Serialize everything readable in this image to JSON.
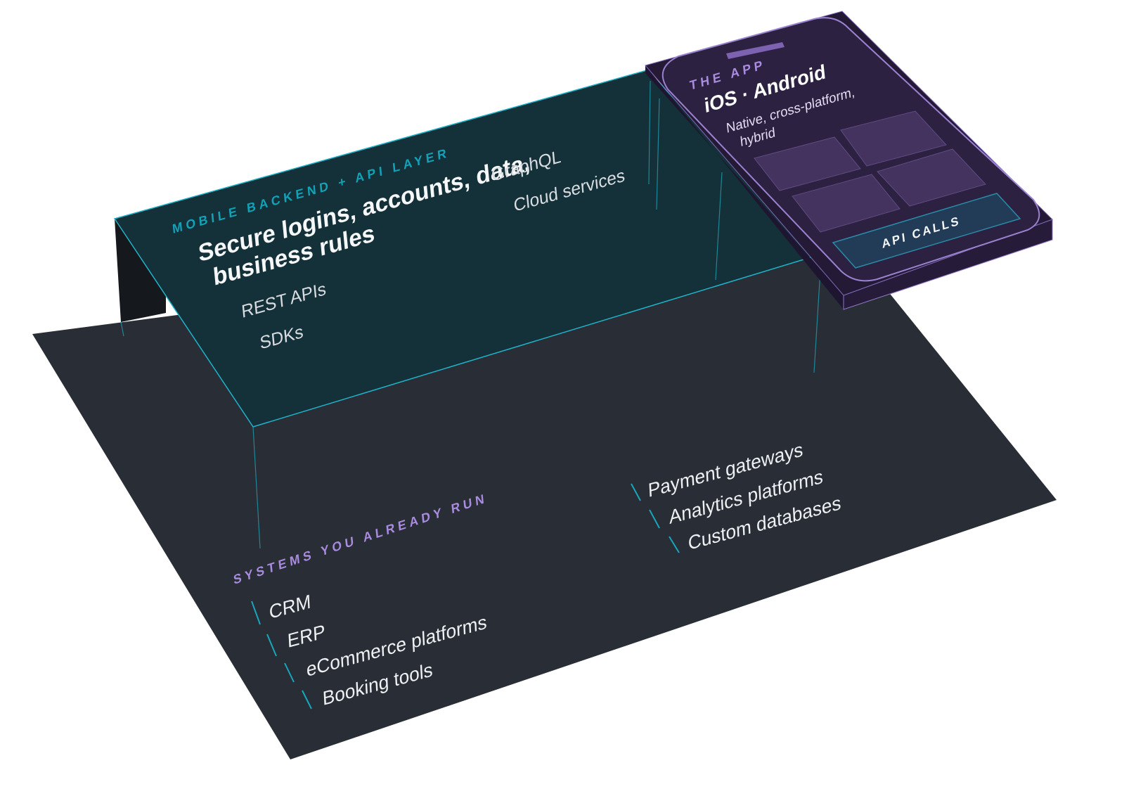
{
  "colors": {
    "base_plane": "#282d36",
    "backend_plane": "#143139",
    "backend_edge": "#1fb3c9",
    "app_body": "#2c2140",
    "app_edge": "#8e76c4",
    "accent_cyan": "#12a2b8",
    "accent_purple": "#a98be0"
  },
  "backend": {
    "eyebrow": "MOBILE BACKEND + API LAYER",
    "heading_line1": "Secure logins, accounts, data,",
    "heading_line2": "business rules",
    "tags": [
      "REST APIs",
      "SDKs",
      "GraphQL",
      "Cloud services"
    ]
  },
  "app": {
    "eyebrow": "THE APP",
    "title": "iOS · Android",
    "subtitle_line1": "Native, cross-platform,",
    "subtitle_line2": "hybrid",
    "button_label": "API CALLS"
  },
  "systems": {
    "eyebrow": "SYSTEMS YOU ALREADY RUN",
    "left_items": [
      "CRM",
      "ERP",
      "eCommerce platforms",
      "Booking tools"
    ],
    "right_items": [
      "Payment gateways",
      "Analytics platforms",
      "Custom databases"
    ]
  }
}
